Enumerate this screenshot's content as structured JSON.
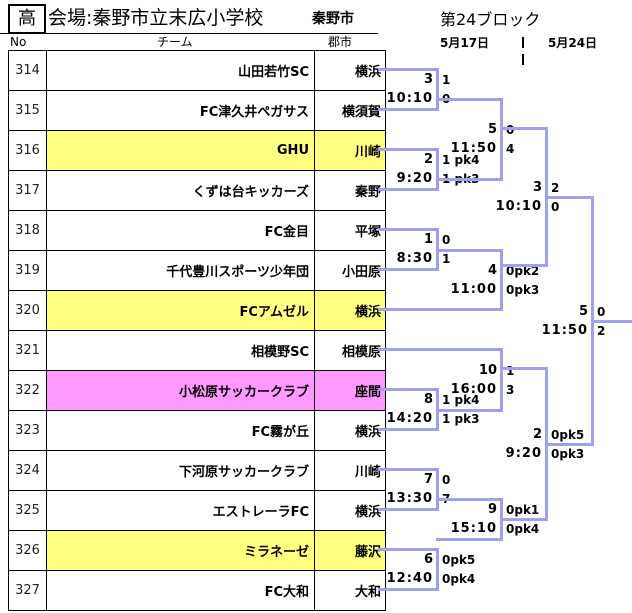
{
  "header": {
    "category": "高",
    "venue": "会場:秦野市立末広小学校",
    "venue_city": "秦野市",
    "col_no": "No",
    "col_team": "チーム",
    "col_city": "郡市",
    "block_title": "第24ブロック",
    "date1": "5月17日",
    "date2": "5月24日"
  },
  "colors": {
    "bracket_line": "#A0A0F0",
    "highlight_yellow": "#FFFF80",
    "highlight_pink": "#FF99FF"
  },
  "teams": [
    {
      "no": "314",
      "name": "山田若竹SC",
      "city": "横浜",
      "highlight": "none"
    },
    {
      "no": "315",
      "name": "FC津久井ペガサス",
      "city": "横須賀",
      "highlight": "none"
    },
    {
      "no": "316",
      "name": "GHU",
      "city": "川崎",
      "highlight": "yellow"
    },
    {
      "no": "317",
      "name": "くずは台キッカーズ",
      "city": "秦野",
      "highlight": "none"
    },
    {
      "no": "318",
      "name": "FC金目",
      "city": "平塚",
      "highlight": "none"
    },
    {
      "no": "319",
      "name": "千代豊川スポーツ少年団",
      "city": "小田原",
      "highlight": "none"
    },
    {
      "no": "320",
      "name": "FCアムゼル",
      "city": "横浜",
      "highlight": "yellow"
    },
    {
      "no": "321",
      "name": "相模野SC",
      "city": "相模原",
      "highlight": "none"
    },
    {
      "no": "322",
      "name": "小松原サッカークラブ",
      "city": "座間",
      "highlight": "pink"
    },
    {
      "no": "323",
      "name": "FC霧が丘",
      "city": "横浜",
      "highlight": "none"
    },
    {
      "no": "324",
      "name": "下河原サッカークラブ",
      "city": "川崎",
      "highlight": "none"
    },
    {
      "no": "325",
      "name": "エストレーラFC",
      "city": "横浜",
      "highlight": "none"
    },
    {
      "no": "326",
      "name": "ミラネーゼ",
      "city": "藤沢",
      "highlight": "yellow"
    },
    {
      "no": "327",
      "name": "FC大和",
      "city": "大和",
      "highlight": "none"
    }
  ],
  "matches": [
    {
      "id": "m1",
      "round": 1,
      "match_no": "3",
      "time": "10:10",
      "score_top": "1",
      "score_bottom": "0"
    },
    {
      "id": "m2",
      "round": 1,
      "match_no": "2",
      "time": "9:20",
      "score_top": "1 pk4",
      "score_bottom": "1 pk3"
    },
    {
      "id": "m3",
      "round": 1,
      "match_no": "1",
      "time": "8:30",
      "score_top": "0",
      "score_bottom": "1"
    },
    {
      "id": "m4",
      "round": 1,
      "match_no": "8",
      "time": "14:20",
      "score_top": "1 pk4",
      "score_bottom": "1 pk3"
    },
    {
      "id": "m5",
      "round": 1,
      "match_no": "7",
      "time": "13:30",
      "score_top": "0",
      "score_bottom": "7"
    },
    {
      "id": "m6",
      "round": 1,
      "match_no": "6",
      "time": "12:40",
      "score_top": "0pk5",
      "score_bottom": "0pk4"
    },
    {
      "id": "m7",
      "round": 2,
      "match_no": "5",
      "time": "11:50",
      "score_top": "0",
      "score_bottom": "4"
    },
    {
      "id": "m8",
      "round": 2,
      "match_no": "4",
      "time": "11:00",
      "score_top": "0pk2",
      "score_bottom": "0pk3"
    },
    {
      "id": "m9",
      "round": 2,
      "match_no": "10",
      "time": "16:00",
      "score_top": "1",
      "score_bottom": "3"
    },
    {
      "id": "m10",
      "round": 2,
      "match_no": "9",
      "time": "15:10",
      "score_top": "0pk1",
      "score_bottom": "0pk4"
    },
    {
      "id": "m11",
      "round": 3,
      "match_no": "3",
      "time": "10:10",
      "score_top": "2",
      "score_bottom": "0"
    },
    {
      "id": "m12",
      "round": 3,
      "match_no": "2",
      "time": "9:20",
      "score_top": "0pk5",
      "score_bottom": "0pk3"
    },
    {
      "id": "m13",
      "round": 4,
      "match_no": "5",
      "time": "11:50",
      "score_top": "0",
      "score_bottom": "2"
    }
  ]
}
